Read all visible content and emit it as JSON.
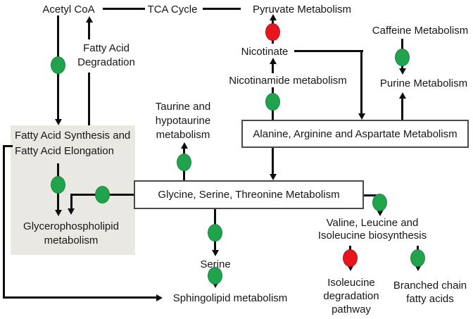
{
  "figure": {
    "type": "metabolic-pathway-diagram",
    "colors": {
      "marker_green": "#21a24c",
      "marker_red": "#e7151d",
      "line": "#0d0d0d",
      "shaded_box_bg": "#e9e8e3",
      "node_box_border": "#4a4a4a",
      "background": "#ffffff"
    },
    "labels": {
      "acetyl_coa": "Acetyl CoA",
      "tca_cycle": "TCA Cycle",
      "pyruvate_metabolism": "Pyruvate Metabolism",
      "fatty_acid_degradation": "Fatty Acid\nDegradation",
      "caffeine_metabolism": "Caffeine Metabolism",
      "nicotinate": "Nicotinate",
      "nicotinamide_metabolism": "Nicotinamide metabolism",
      "purine_metabolism": "Purine Metabolism",
      "taurine": "Taurine and\nhypotaurine\nmetabolism",
      "alanine_box": "Alanine, Arginine and Aspartate Metabolism",
      "fatty_acid_synthesis": "Fatty Acid Synthesis and\nFatty Acid Elongation",
      "glycine_box": "Glycine, Serine, Threonine Metabolism",
      "glycerophospholipid": "Glycerophospholipid\nmetabolism",
      "serine": "Serine",
      "sphingolipid_metabolism": "Sphingolipid metabolism",
      "valine_leucine": "Valine, Leucine and\nIsoleucine biosynthesis",
      "isoleucine_degradation": "Isoleucine\ndegradation\npathway",
      "branched_chain": "Branched chain\nfatty acids"
    },
    "markers": [
      {
        "edge": "acetyl_coa -> fatty_acid_synthesis",
        "color": "green"
      },
      {
        "edge": "nicotinate -> pyruvate_metabolism",
        "color": "red"
      },
      {
        "edge": "nicotinamide_metabolism -> alanine_box",
        "color": "green"
      },
      {
        "edge": "caffeine_metabolism -> purine_metabolism",
        "color": "green"
      },
      {
        "edge": "taurine -> glycine_box",
        "color": "green"
      },
      {
        "edge": "fatty_acid_synthesis -> glycerophospholipid",
        "color": "green"
      },
      {
        "edge": "glycine_box -> glycerophospholipid",
        "color": "green"
      },
      {
        "edge": "glycine_box -> valine_leucine",
        "color": "green"
      },
      {
        "edge": "glycine_box -> serine",
        "color": "green"
      },
      {
        "edge": "serine -> sphingolipid_metabolism",
        "color": "green"
      },
      {
        "edge": "valine_leucine -> isoleucine_degradation",
        "color": "red"
      },
      {
        "edge": "valine_leucine -> branched_chain",
        "color": "green"
      }
    ]
  }
}
